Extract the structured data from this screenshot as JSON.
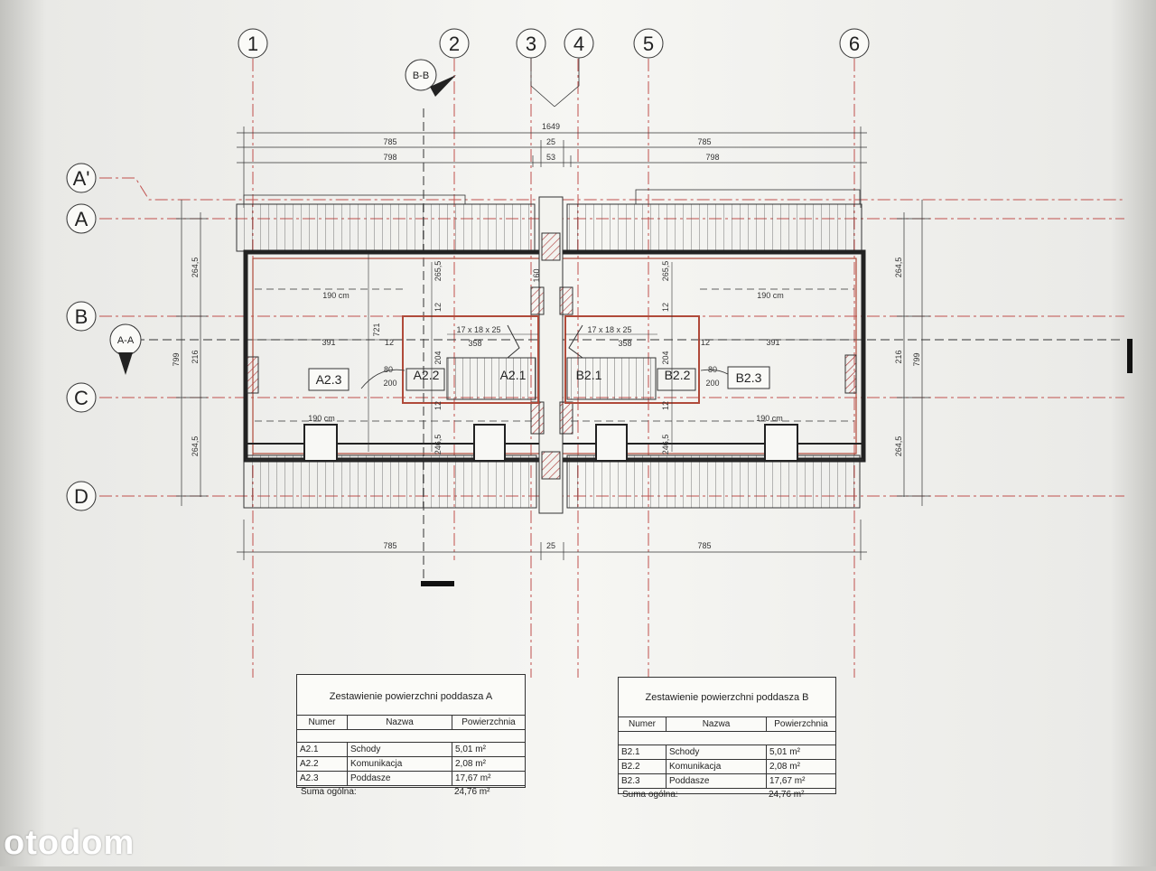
{
  "axes_vertical": [
    "1",
    "2",
    "3",
    "4",
    "5",
    "6"
  ],
  "axes_horizontal": [
    "A'",
    "A",
    "B",
    "C",
    "D"
  ],
  "section_markers": {
    "bb": "B-B",
    "aa": "A-A"
  },
  "dimensions": {
    "total_width": "1649",
    "half_width_top": "785",
    "middle_top": "25",
    "half_width_inner": "798",
    "middle_inner": "53",
    "left_vertical_total": "799",
    "left_vertical_top": "264,5",
    "left_vertical_mid": "216",
    "left_vertical_bottom": "264,5",
    "inner_left_721": "721",
    "right_vertical_total": "799",
    "right_vertical_top": "264,5",
    "right_vertical_mid": "216",
    "right_vertical_bottom": "264,5",
    "bottom_half_left": "785",
    "bottom_half_right": "785",
    "bottom_middle": "25",
    "height_190_left_top": "190 cm",
    "height_190_right_top": "190 cm",
    "height_190_left_bottom": "190 cm",
    "height_190_right_bottom": "190 cm",
    "stair_left": "17 x 18 x 25",
    "stair_right": "17 x 18 x 25",
    "run_left": "358",
    "run_right": "358",
    "width_391_left": "391",
    "width_391_right": "391",
    "door_80_left": "80",
    "door_200_left": "200",
    "door_80_right": "80",
    "door_200_right": "200",
    "small_12_left": "12",
    "small_12_right": "12",
    "v_204_left": "204",
    "v_204_right": "204",
    "v_265_left": "265,5",
    "v_265_right": "265,5",
    "v_246_left": "246,5",
    "v_246_right": "246,5",
    "v_12_left": "12",
    "v_12_right": "12",
    "v_12b_left": "12",
    "v_12b_right": "12",
    "v_160": "160"
  },
  "rooms": {
    "a23": "A2.3",
    "a22": "A2.2",
    "a21": "A2.1",
    "b21": "B2.1",
    "b22": "B2.2",
    "b23": "B2.3"
  },
  "table_a": {
    "title": "Zestawienie powierzchni poddasza A",
    "headers": [
      "Numer",
      "Nazwa",
      "Powierzchnia"
    ],
    "rows": [
      [
        "A2.1",
        "Schody",
        "5,01 m²"
      ],
      [
        "A2.2",
        "Komunikacja",
        "2,08 m²"
      ],
      [
        "A2.3",
        "Poddasze",
        "17,67 m²"
      ]
    ],
    "sum_label": "Suma ogólna:",
    "sum_value": "24,76 m²"
  },
  "table_b": {
    "title": "Zestawienie powierzchni poddasza B",
    "headers": [
      "Numer",
      "Nazwa",
      "Powierzchnia"
    ],
    "rows": [
      [
        "B2.1",
        "Schody",
        "5,01 m²"
      ],
      [
        "B2.2",
        "Komunikacja",
        "2,08 m²"
      ],
      [
        "B2.3",
        "Poddasze",
        "17,67 m²"
      ]
    ],
    "sum_label": "Suma ogólna:",
    "sum_value": "24,76 m²"
  },
  "watermark": "otodom",
  "colors": {
    "grid_red": "#c0504d",
    "wall": "#333333",
    "wall_hatch": "#b04a3a"
  }
}
